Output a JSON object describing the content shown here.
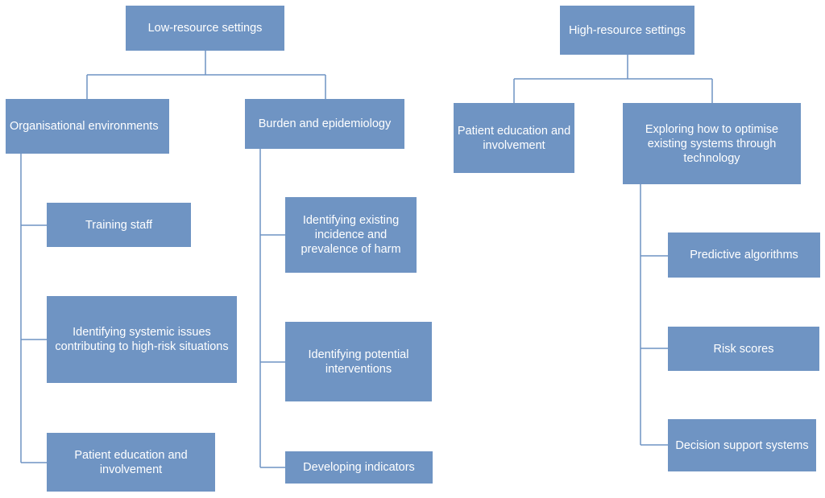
{
  "low": {
    "title": "Low-resource settings",
    "org": {
      "title": "Organisational environments",
      "items": [
        "Training staff",
        "Identifying systemic issues\ncontributing to high-risk situations",
        "Patient education and\ninvolvement"
      ]
    },
    "burden": {
      "title": "Burden and epidemiology",
      "items": [
        "Identifying existing\nincidence and\nprevalence of harm",
        "Identifying potential\ninterventions",
        "Developing indicators"
      ]
    }
  },
  "high": {
    "title": "High-resource settings",
    "patient": {
      "title": "Patient education and\ninvolvement"
    },
    "tech": {
      "title": "Exploring how to optimise\nexisting systems through\ntechnology",
      "items": [
        "Predictive algorithms",
        "Risk scores",
        "Decision support systems"
      ]
    }
  }
}
